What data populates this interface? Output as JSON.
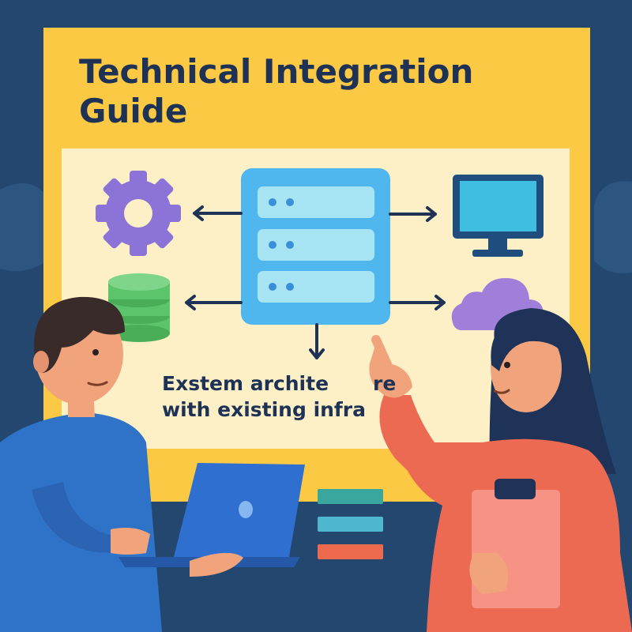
{
  "poster": {
    "title_line1": "Technical Integration",
    "title_line2": "Guide",
    "caption_line1": "Exstem archite",
    "caption_line1_tail": "re",
    "caption_line2": "with existing infra"
  },
  "icons": {
    "gear": "gear-icon",
    "server": "server-stack-icon",
    "monitor": "monitor-icon",
    "database": "database-icon",
    "cloud": "cloud-icon",
    "laptop": "laptop-icon",
    "clipboard": "clipboard-icon"
  },
  "colors": {
    "background": "#24476f",
    "board": "#fcc945",
    "panel": "#fdf0c6",
    "ink": "#1d3254",
    "gear": "#8b73d8",
    "server": "#4fb6ee",
    "monitor": "#3fbee0",
    "database": "#5cc46a",
    "cloud": "#a07fda",
    "man_shirt": "#2f73c8",
    "woman_shirt": "#ed6a52",
    "bar_teal": "#3aa79f",
    "bar_cyan": "#4fb6d0",
    "bar_coral": "#ee6a4e"
  }
}
